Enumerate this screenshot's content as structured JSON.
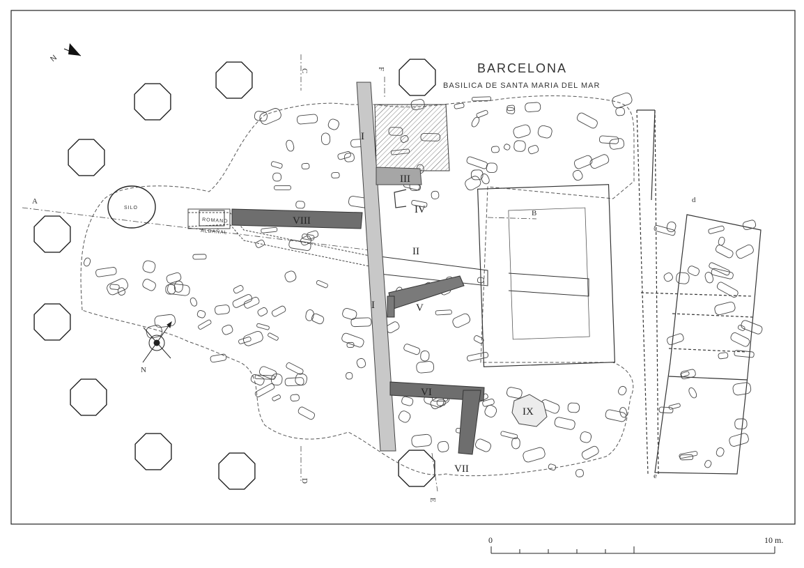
{
  "title": "BARCELONA",
  "subtitle": "BASILICA DE SANTA MARIA DEL MAR",
  "labels": {
    "silo": "SILO",
    "albanal": "ALBAÑAL",
    "romano": "ROMANO",
    "north": "N",
    "north_top": "N"
  },
  "walls": [
    "I",
    "I",
    "II",
    "III",
    "IV",
    "V",
    "VI",
    "VII",
    "VIII",
    "IX"
  ],
  "sections": {
    "a": "A",
    "b": "B",
    "c": "C",
    "d_top": "d",
    "d_bottom": "D",
    "e": "e",
    "e_bottom": "E",
    "f": "F"
  },
  "scale": {
    "start": "0",
    "end": "10 m."
  },
  "colors": {
    "wall_light": "#c8c8c8",
    "wall_medium": "#a6a6a6",
    "wall_dark": "#6e6e6e",
    "line": "#444444"
  }
}
